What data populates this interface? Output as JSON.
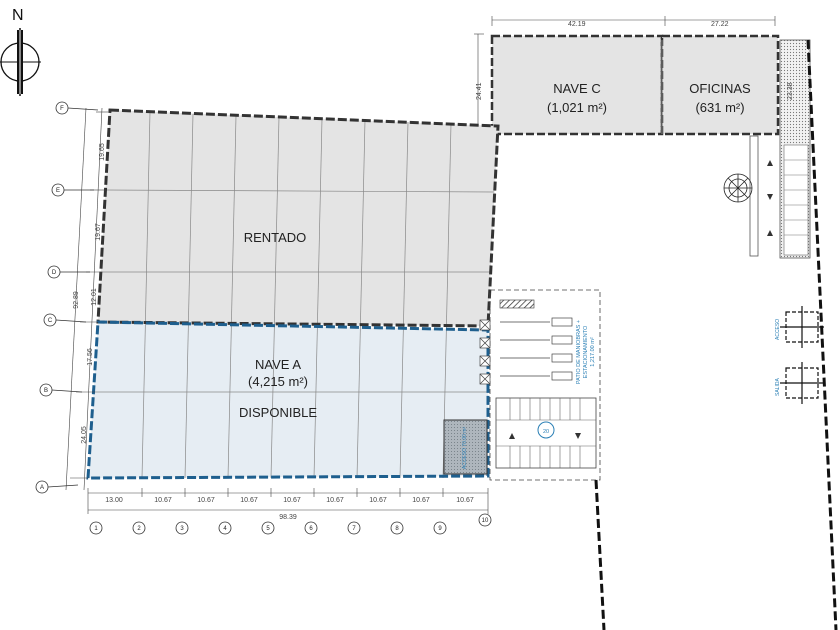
{
  "north_label": "N",
  "rooms": {
    "nave_c_name": "NAVE C",
    "nave_c_area": "(1,021 m²)",
    "oficinas_name": "OFICINAS",
    "oficinas_area": "(631 m²)",
    "rentado": "RENTADO",
    "nave_a_name": "NAVE A",
    "nave_a_area": "(4,215 m²)",
    "disponible": "DISPONIBLE"
  },
  "top_dims": {
    "d1": "42.19",
    "d2": "27.22",
    "left_vertical": "24.41",
    "right_vertical": "23.38"
  },
  "bottom_dims": {
    "segments": [
      "13.00",
      "10.67",
      "10.67",
      "10.67",
      "10.67",
      "10.67",
      "10.67",
      "10.67",
      "10.67"
    ],
    "total": "98.39"
  },
  "left_dims": {
    "segments": [
      "19.65",
      "19.67",
      "12.01",
      "17.56",
      "24.05"
    ],
    "total": "92.89"
  },
  "row_axes": [
    "F",
    "E",
    "D",
    "C",
    "B",
    "A"
  ],
  "col_axes": [
    "1",
    "2",
    "3",
    "4",
    "5",
    "6",
    "7",
    "8",
    "9",
    "10"
  ],
  "yard": {
    "label_line1": "PATIO DE MANIOBRAS +",
    "label_line2": "ESTACIONAMIENTO",
    "label_line3": "1,217.00 m²",
    "parking_count": "20"
  },
  "small_room_label": "ACCESO\n70.00 m²",
  "road": {
    "acceso": "ACCESO",
    "salida": "SALIDA"
  },
  "colors": {
    "blue": "#1e5f8e",
    "rented_fill": "#e4e4e4",
    "available_fill": "#e6edf3",
    "small_room_fill": "#aeb6bd"
  }
}
